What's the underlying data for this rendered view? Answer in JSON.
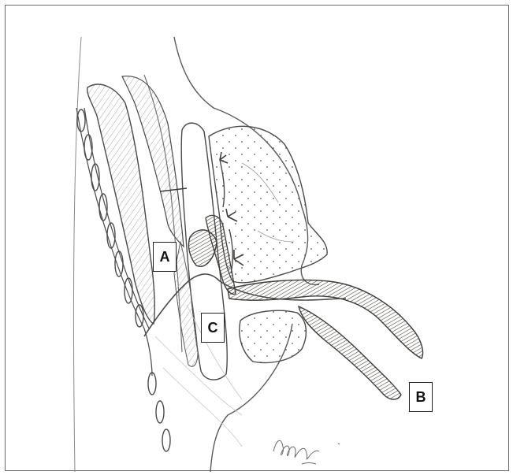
{
  "labels": {
    "a": "A",
    "b": "B",
    "c": "C"
  },
  "signature_text": "Myhomie 2006",
  "colors": {
    "line": "#5a5a5a",
    "muscle": "#6b645d",
    "hatch": "#9a9a9a",
    "stipple": "#444444"
  }
}
